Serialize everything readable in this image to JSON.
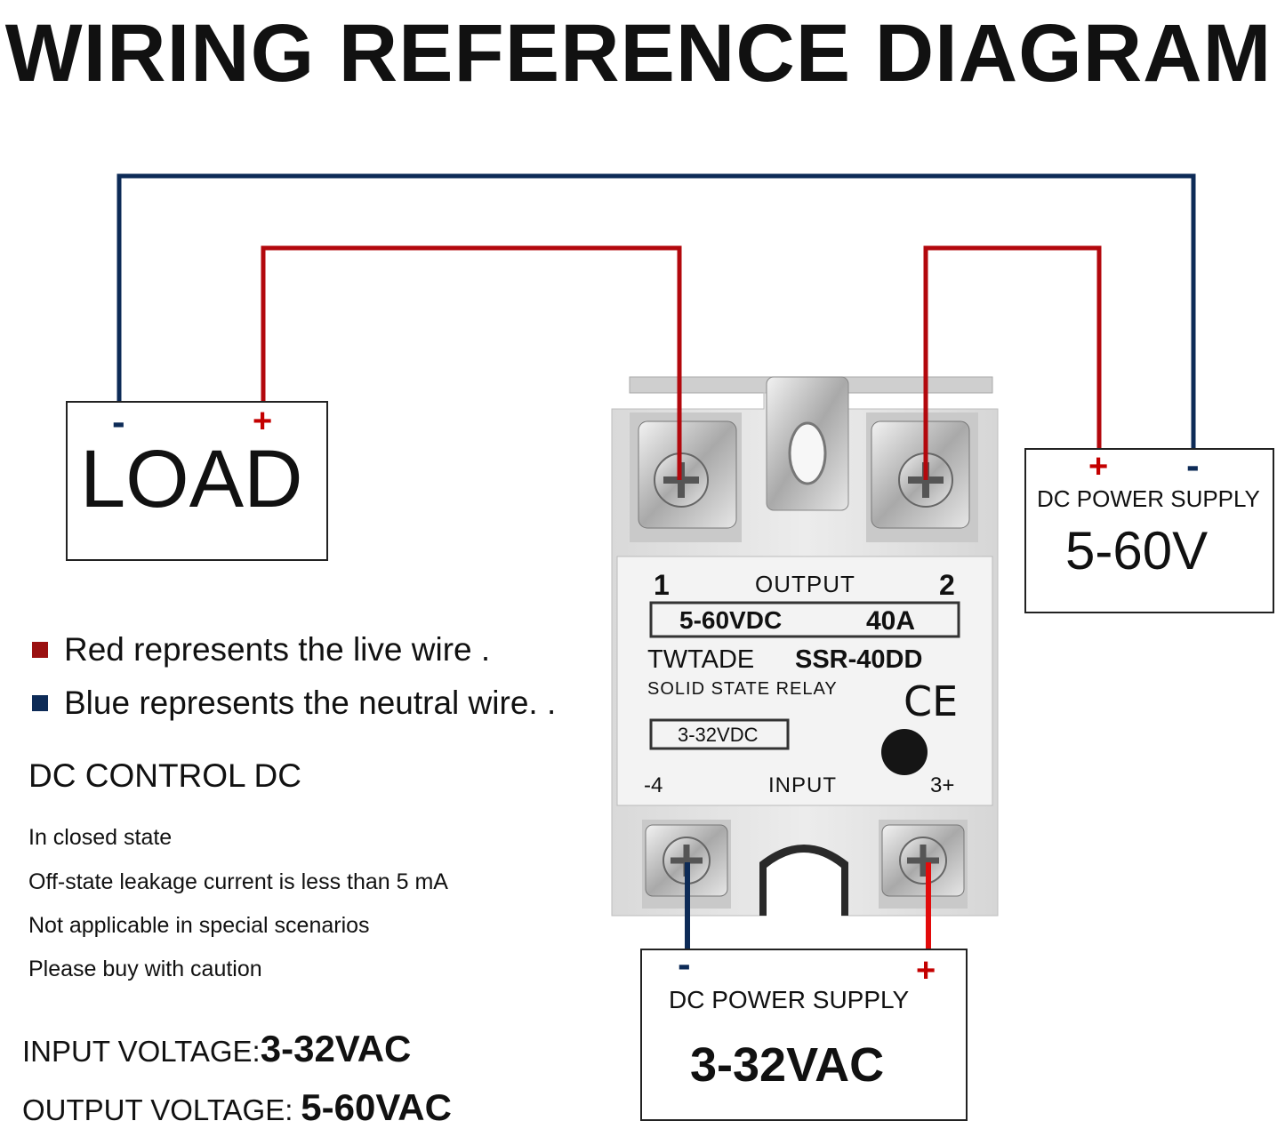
{
  "title": "WIRING REFERENCE DIAGRAM",
  "colors": {
    "live_wire": "#b3080d",
    "neutral_wire": "#0d2b57",
    "red_sign": "#c40000"
  },
  "load_box": {
    "label": "LOAD",
    "minus": "-",
    "plus": "+"
  },
  "output_supply": {
    "plus": "+",
    "minus": "-",
    "label": "DC POWER SUPPLY",
    "value": "5-60V"
  },
  "input_supply": {
    "minus": "-",
    "plus": "+",
    "label": "DC POWER SUPPLY",
    "value": "3-32VAC"
  },
  "legend": [
    {
      "text": "Red represents the live wire .",
      "color": "#9b1010"
    },
    {
      "text": "Blue represents the neutral wire. .",
      "color": "#0d2b57"
    }
  ],
  "mode_heading": "DC CONTROL DC",
  "notes": [
    "In closed state",
    "Off-state leakage current is less than 5 mA",
    "Not applicable in special scenarios",
    "Please buy with caution"
  ],
  "specs": {
    "input_label": "INPUT VOLTAGE:",
    "input_value": "3-32VAC",
    "output_label": "OUTPUT VOLTAGE:",
    "output_value": "5-60VAC"
  },
  "relay": {
    "terminal_1": "1",
    "output_label": "OUTPUT",
    "terminal_2": "2",
    "rating_voltage": "5-60VDC",
    "rating_current": "40A",
    "brand": "TWTADE",
    "model": "SSR-40DD",
    "description": "SOLID STATE RELAY",
    "ce_mark": "CE",
    "input_range": "3-32VDC",
    "terminal_4": "-4",
    "input_label": "INPUT",
    "terminal_3": "3+"
  }
}
